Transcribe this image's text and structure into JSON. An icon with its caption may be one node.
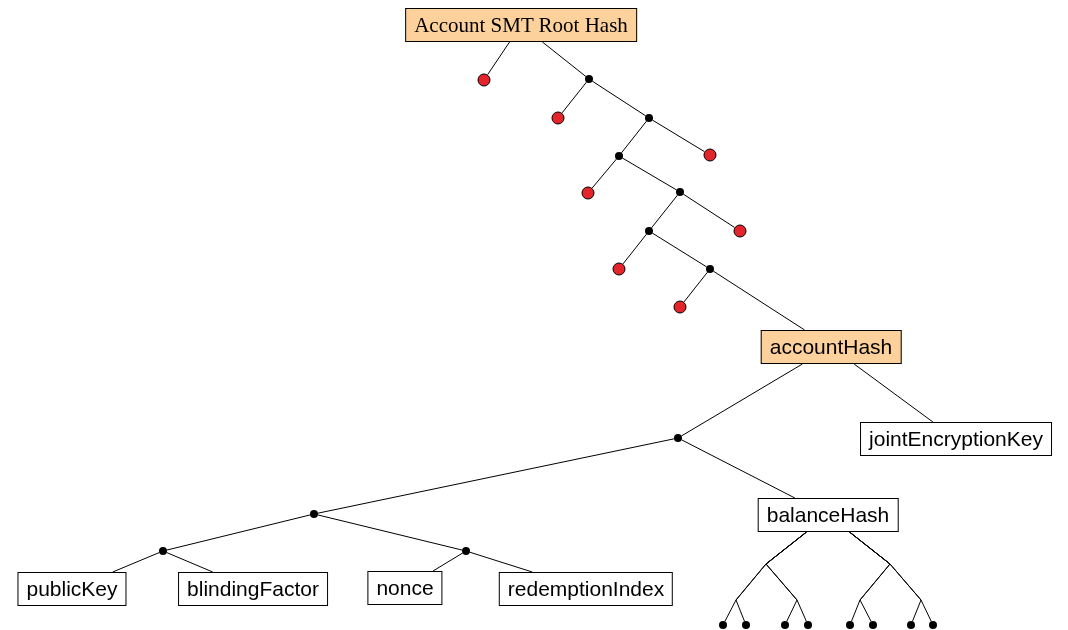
{
  "diagram": {
    "nodes": [
      {
        "text": [
          "Account SMT Root Hash"
        ]
      },
      {
        "text": [],
        "shape": "circle"
      },
      {
        "text": [],
        "shape": "point"
      },
      {
        "text": [],
        "shape": "circle"
      },
      {
        "text": [],
        "shape": "point"
      },
      {
        "text": [],
        "shape": "point"
      },
      {
        "text": [],
        "shape": "circle"
      },
      {
        "text": [],
        "shape": "circle"
      },
      {
        "text": [],
        "shape": "point"
      },
      {
        "text": [],
        "shape": "point"
      },
      {
        "text": [],
        "shape": "circle"
      },
      {
        "text": [],
        "shape": "circle"
      },
      {
        "text": [],
        "shape": "point"
      },
      {
        "text": [],
        "shape": "circle"
      },
      {
        "text": [
          "accountHash"
        ]
      },
      {
        "text": [],
        "shape": "point"
      },
      {
        "text": [
          "jointEncryptionKey"
        ]
      },
      {
        "text": [],
        "shape": "point"
      },
      {
        "text": [
          "balanceHash"
        ]
      },
      {
        "text": [],
        "shape": "point"
      },
      {
        "text": [],
        "shape": "point"
      },
      {
        "text": [
          "publicKey"
        ]
      },
      {
        "text": [
          "blindingFactor"
        ]
      },
      {
        "text": [
          "nonce"
        ]
      },
      {
        "text": [
          "redemptionIndex"
        ]
      },
      {
        "text": [],
        "shape": "point"
      },
      {
        "text": [],
        "shape": "point"
      },
      {
        "text": [],
        "shape": "point"
      },
      {
        "text": [],
        "shape": "point"
      },
      {
        "text": [],
        "shape": "point"
      },
      {
        "text": [],
        "shape": "point"
      },
      {
        "text": [],
        "shape": "point"
      },
      {
        "text": [],
        "shape": "point"
      }
    ],
    "edges": [
      {
        "from": 0,
        "to": 1,
        "arrow": "none"
      },
      {
        "from": 0,
        "to": 2,
        "arrow": "none"
      },
      {
        "from": 2,
        "to": 3,
        "arrow": "none"
      },
      {
        "from": 2,
        "to": 4,
        "arrow": "none"
      },
      {
        "from": 4,
        "to": 5,
        "arrow": "none"
      },
      {
        "from": 4,
        "to": 6,
        "arrow": "none"
      },
      {
        "from": 5,
        "to": 7,
        "arrow": "none"
      },
      {
        "from": 5,
        "to": 8,
        "arrow": "none"
      },
      {
        "from": 8,
        "to": 9,
        "arrow": "none"
      },
      {
        "from": 8,
        "to": 10,
        "arrow": "none"
      },
      {
        "from": 9,
        "to": 11,
        "arrow": "none"
      },
      {
        "from": 9,
        "to": 12,
        "arrow": "none"
      },
      {
        "from": 12,
        "to": 13,
        "arrow": "none"
      },
      {
        "from": 12,
        "to": 14,
        "arrow": "none"
      },
      {
        "from": 14,
        "to": 15,
        "arrow": "none"
      },
      {
        "from": 14,
        "to": 16,
        "arrow": "none"
      },
      {
        "from": 15,
        "to": 17,
        "arrow": "none"
      },
      {
        "from": 15,
        "to": 18,
        "arrow": "none"
      },
      {
        "from": 17,
        "to": 19,
        "arrow": "none"
      },
      {
        "from": 17,
        "to": 20,
        "arrow": "none"
      },
      {
        "from": 19,
        "to": 21,
        "arrow": "none"
      },
      {
        "from": 19,
        "to": 22,
        "arrow": "none"
      },
      {
        "from": 20,
        "to": 23,
        "arrow": "none"
      },
      {
        "from": 20,
        "to": 24,
        "arrow": "none"
      },
      {
        "from": 18,
        "to": 25,
        "arrow": "none"
      },
      {
        "from": 18,
        "to": 26,
        "arrow": "none"
      },
      {
        "from": 18,
        "to": 27,
        "arrow": "none"
      },
      {
        "from": 18,
        "to": 28,
        "arrow": "none"
      },
      {
        "from": 18,
        "to": 29,
        "arrow": "none"
      },
      {
        "from": 18,
        "to": 30,
        "arrow": "none"
      },
      {
        "from": 18,
        "to": 31,
        "arrow": "none"
      },
      {
        "from": 18,
        "to": 32,
        "arrow": "none"
      }
    ]
  }
}
